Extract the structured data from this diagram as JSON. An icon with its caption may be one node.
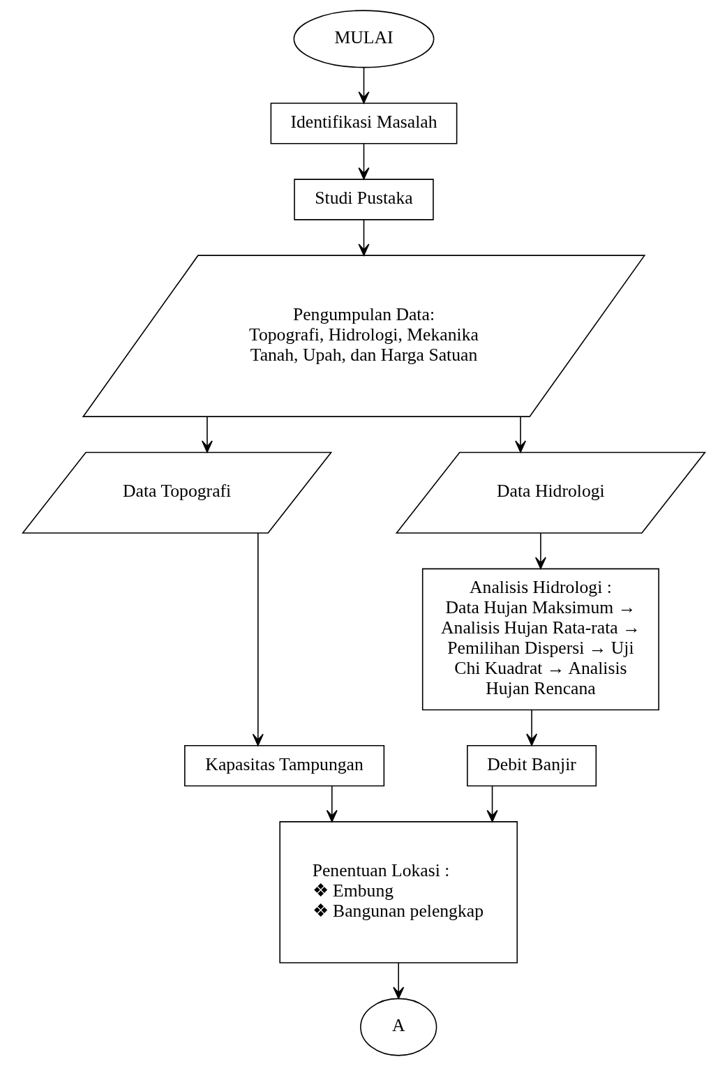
{
  "diagram": {
    "nodes": [
      {
        "text": [
          "MULAI"
        ]
      },
      {
        "text": [
          "Identifikasi Masalah"
        ]
      },
      {
        "text": [
          "Studi Pustaka"
        ]
      },
      {
        "text": [
          "Pengumpulan Data:",
          "Topografi, Hidrologi, Mekanika Tanah, Upah, dan Harga Satuan"
        ]
      },
      {
        "text": [
          "Data Topografi"
        ]
      },
      {
        "text": [
          "Data Hidrologi"
        ]
      },
      {
        "text": [
          "Analisis Hidrologi :",
          "Data Hujan Maksimum → Analisis Hujan Rata-rata → Pemilihan Dispersi → Uji Chi Kuadrat → Analisis Hujan Rencana"
        ]
      },
      {
        "text": [
          "Kapasitas Tampungan"
        ]
      },
      {
        "text": [
          "Debit Banjir"
        ]
      },
      {
        "text": [
          "Penentuan Lokasi :",
          "❖ Embung",
          "❖ Bangunan pelengkap"
        ]
      },
      {
        "text": [
          "A"
        ]
      }
    ],
    "edges": [
      {
        "from": 0,
        "to": 1,
        "arrow": "to"
      },
      {
        "from": 1,
        "to": 2,
        "arrow": "to"
      },
      {
        "from": 2,
        "to": 3,
        "arrow": "to"
      },
      {
        "from": 3,
        "to": 4,
        "arrow": "to"
      },
      {
        "from": 3,
        "to": 5,
        "arrow": "to"
      },
      {
        "from": 5,
        "to": 6,
        "arrow": "to"
      },
      {
        "from": 4,
        "to": 7,
        "arrow": "to"
      },
      {
        "from": 6,
        "to": 8,
        "arrow": "to"
      },
      {
        "from": 7,
        "to": 9,
        "arrow": "to"
      },
      {
        "from": 8,
        "to": 9,
        "arrow": "to"
      },
      {
        "from": 9,
        "to": 10,
        "arrow": "to"
      }
    ]
  }
}
